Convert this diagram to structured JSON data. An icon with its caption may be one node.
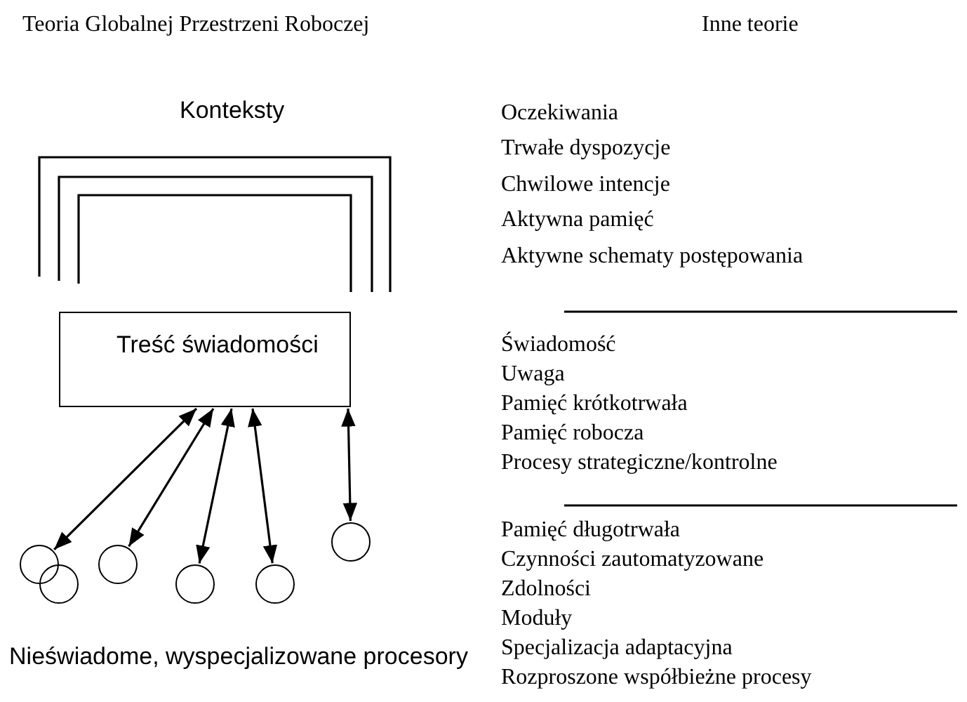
{
  "diagram": {
    "nodes": [
      {
        "text": [
          "Treść świadomości"
        ]
      },
      {
        "text": [],
        "shape": "circle"
      },
      {
        "text": [],
        "shape": "circle"
      },
      {
        "text": [],
        "shape": "circle"
      },
      {
        "text": [],
        "shape": "circle"
      },
      {
        "text": [],
        "shape": "circle"
      },
      {
        "text": [],
        "shape": "circle"
      }
    ],
    "edges": [
      {
        "from": 0,
        "to": 1,
        "arrow": "both"
      },
      {
        "from": 0,
        "to": 3,
        "arrow": "both"
      },
      {
        "from": 0,
        "to": 4,
        "arrow": "both"
      },
      {
        "from": 0,
        "to": 5,
        "arrow": "both"
      },
      {
        "from": 0,
        "to": 6,
        "arrow": "both"
      }
    ],
    "labels": [
      "Teoria Globalnej Przestrzeni Roboczej",
      "Inne teorie",
      "Konteksty",
      "Oczekiwania",
      "Trwałe dyspozycje",
      "Chwilowe intencje",
      "Aktywna pamięć",
      "Aktywne schematy postępowania",
      "Świadomość",
      "Uwaga",
      "Pamięć krótkotrwała",
      "Pamięć robocza",
      "Procesy strategiczne/kontrolne",
      "Pamięć długotrwała",
      "Czynności zautomatyzowane",
      "Zdolności",
      "Moduły",
      "Specjalizacja adaptacyjna",
      "Rozproszone współbieżne procesy",
      "Nieświadome, wyspecjalizowane procesory"
    ]
  }
}
